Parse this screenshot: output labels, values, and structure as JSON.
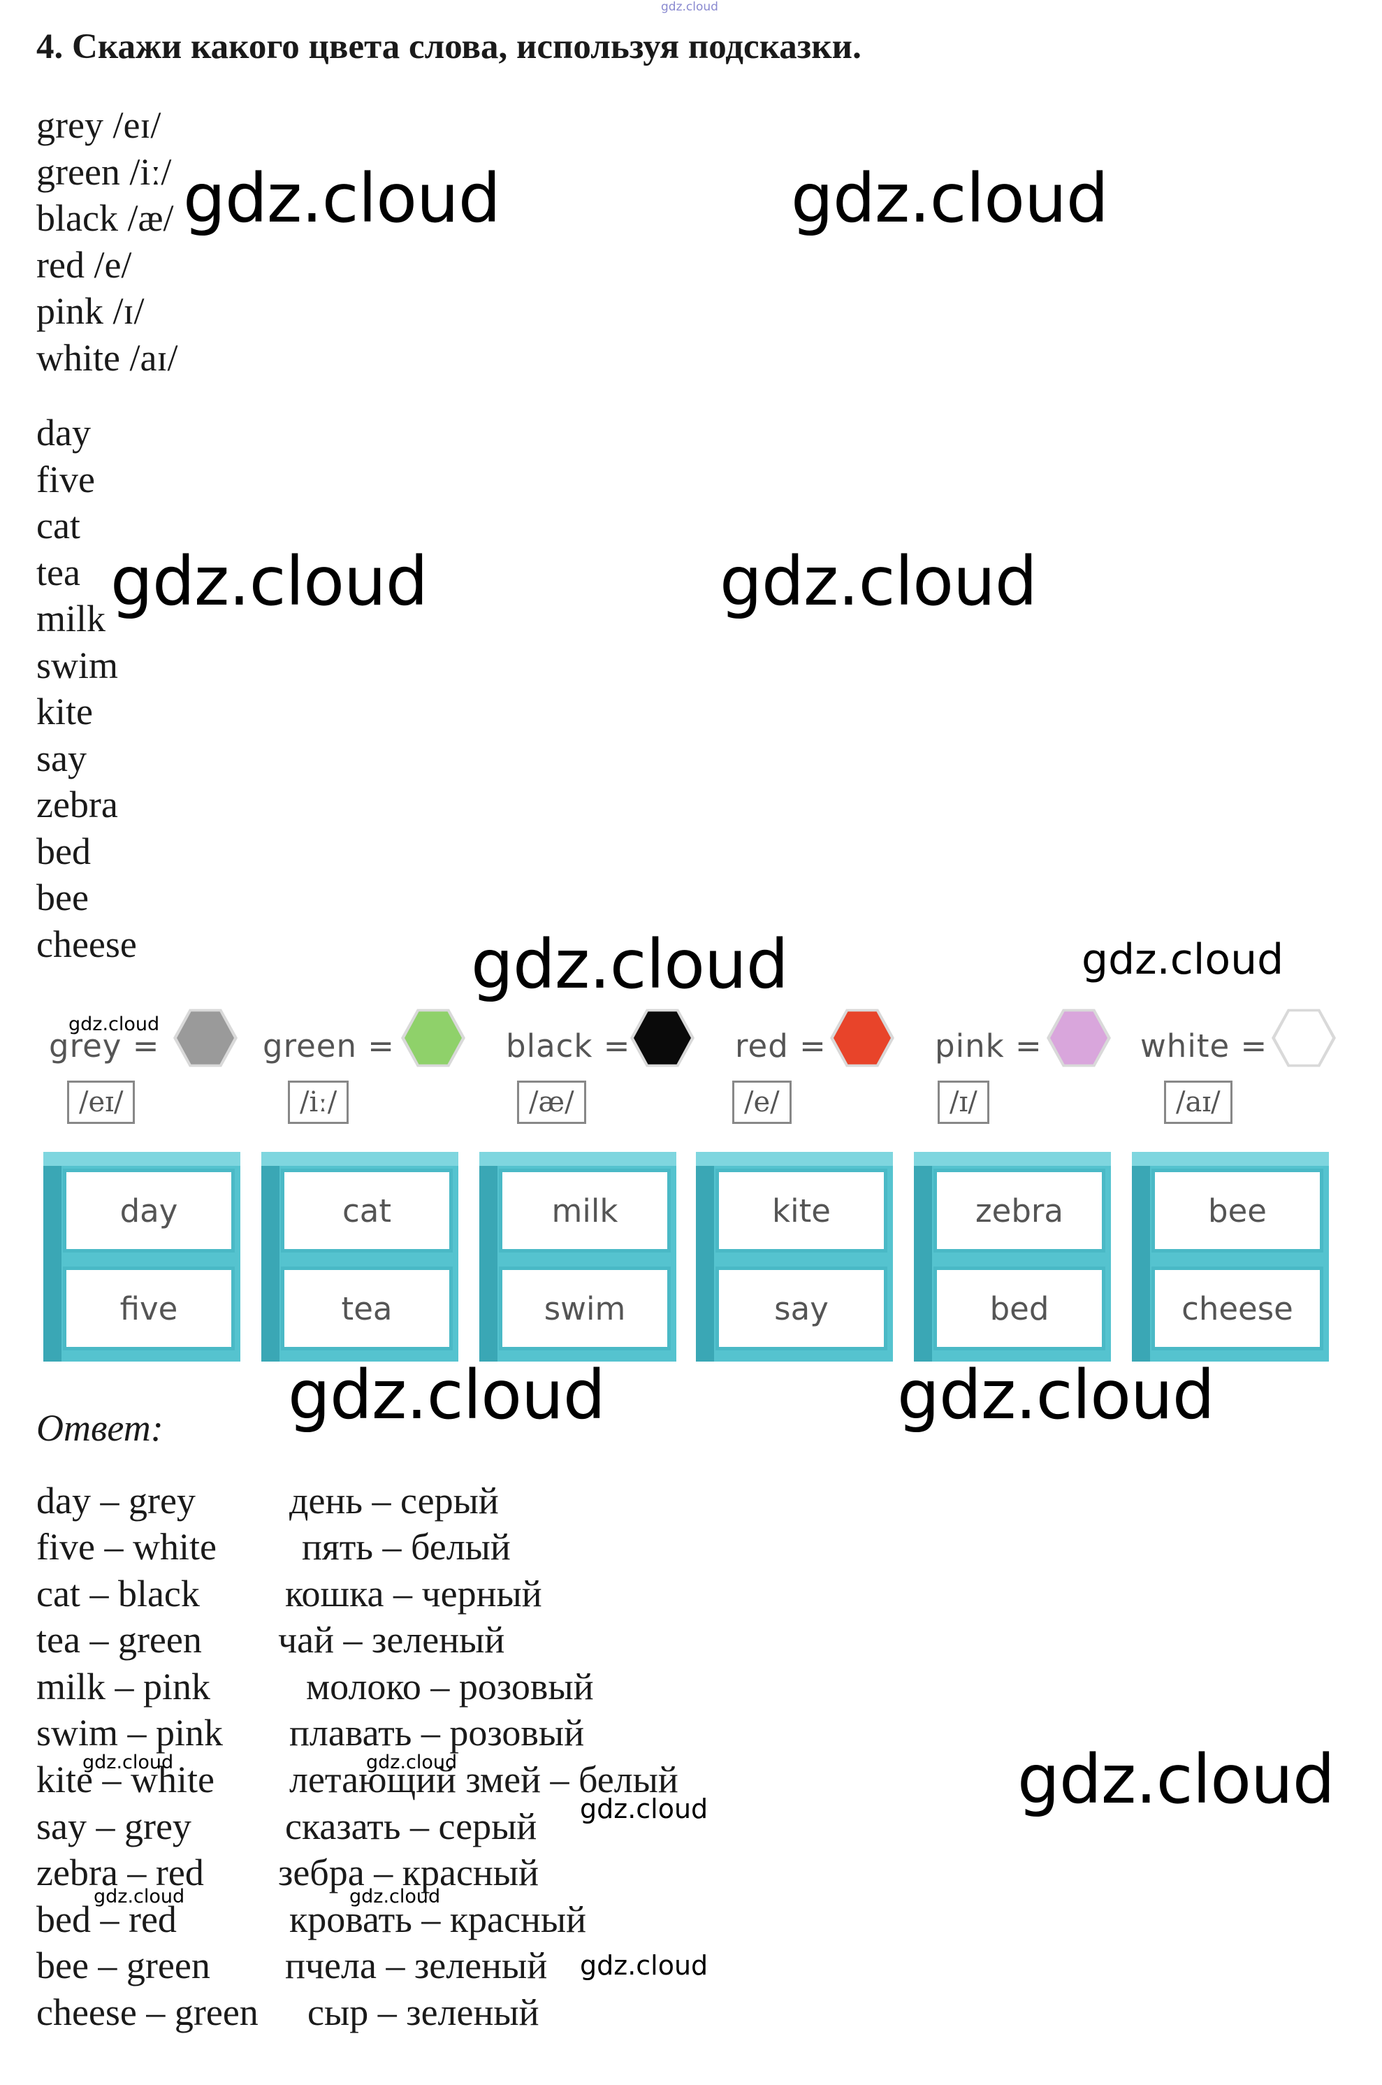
{
  "top_watermark": "gdz.cloud",
  "heading": "4. Скажи какого цвета слова, используя подсказки.",
  "sounds": [
    "grey /eɪ/",
    "green /iː/",
    "black /æ/",
    "red /e/",
    "pink /ɪ/",
    "white /aɪ/"
  ],
  "words": [
    "day",
    "five",
    "cat",
    "tea",
    "milk",
    "swim",
    "kite",
    "say",
    "zebra",
    "bed",
    "bee",
    "cheese"
  ],
  "watermark": "gdz.cloud",
  "figure": {
    "colors": [
      {
        "word": "grey =",
        "ipa": "/eɪ/",
        "hex": "#9a9a9a"
      },
      {
        "word": "green =",
        "ipa": "/iː/",
        "hex": "#8fd16a"
      },
      {
        "word": "black =",
        "ipa": "/æ/",
        "hex": "#0a0a0a"
      },
      {
        "word": "red =",
        "ipa": "/e/",
        "hex": "#e8442a"
      },
      {
        "word": "pink =",
        "ipa": "/ɪ/",
        "hex": "#d9a6dc"
      },
      {
        "word": "white =",
        "ipa": "/aɪ/",
        "hex": "#ffffff"
      }
    ],
    "blocks": [
      {
        "top": "day",
        "bottom": "five"
      },
      {
        "top": "cat",
        "bottom": "tea"
      },
      {
        "top": "milk",
        "bottom": "swim"
      },
      {
        "top": "kite",
        "bottom": "say"
      },
      {
        "top": "zebra",
        "bottom": "bed"
      },
      {
        "top": "bee",
        "bottom": "cheese"
      }
    ]
  },
  "answer_label": "Ответ:",
  "answers_en": [
    "day – grey",
    "five – white",
    "cat – black",
    "tea – green",
    "milk – pink",
    "swim – pink",
    "kite – white",
    "say – grey",
    "zebra – red",
    "bed – red",
    "bee – green",
    "cheese – green"
  ],
  "answers_ru": [
    "день – серый",
    "пять – белый",
    "кошка – черный",
    "чай – зеленый",
    "молоко – розовый",
    "плавать – розовый",
    "летающий змей – белый",
    "сказать – серый",
    "зебра – красный",
    "кровать – красный",
    "пчела – зеленый",
    "сыр – зеленый"
  ]
}
